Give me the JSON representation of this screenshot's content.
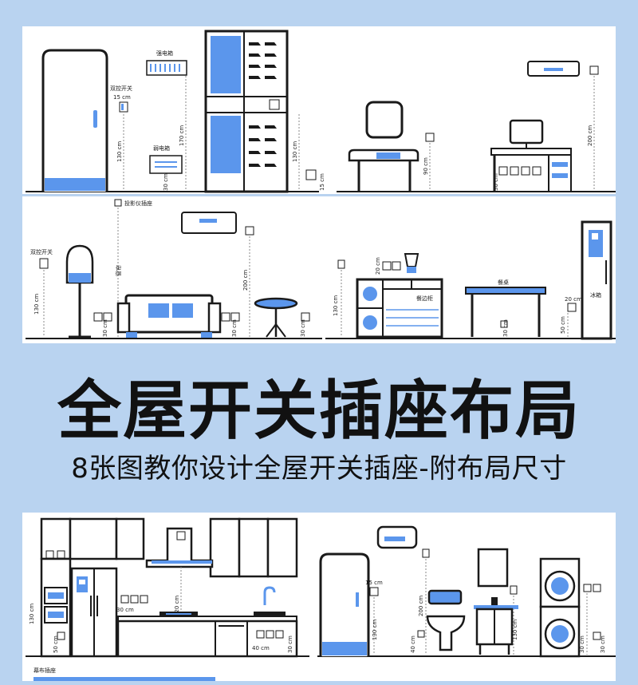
{
  "heading": {
    "title": "全屋开关插座布局",
    "subtitle": "8张图教你设计全屋开关插座-附布局尺寸"
  },
  "colors": {
    "page_bg": "#b9d3f0",
    "accent_blue": "#5b96ec",
    "line": "#1a1a1a"
  },
  "entrance": {
    "double_switch": "双控开关",
    "dim_15": "15 cm",
    "dim_130": "130 cm",
    "strong_box": "强电箱",
    "weak_box": "弱电箱",
    "dim_170": "170 cm",
    "dim_30": "30 cm"
  },
  "cabinet": {
    "dim_130": "130 cm",
    "dim_15": "15 cm"
  },
  "bedroom": {
    "dim_90": "90 cm",
    "dim_200": "200 cm",
    "dim_30": "30 cm"
  },
  "living": {
    "projector_socket": "投影仪插座",
    "double_switch": "双控开关",
    "dim_130": "130 cm",
    "curtain": "窗帘",
    "dim_200": "200 cm",
    "dim_30a": "30 cm",
    "dim_30b": "30 cm",
    "dim_30c": "30 cm"
  },
  "dining": {
    "dim_130": "130 cm",
    "dim_20a": "20 cm",
    "sideboard": "餐边柜",
    "table": "餐桌",
    "dim_30": "30 cm",
    "dim_20b": "20 cm",
    "dim_50": "50 cm",
    "fridge": "冰箱"
  },
  "kitchen": {
    "dim_130": "130 cm",
    "dim_50": "50 cm",
    "dim_220": "220 cm",
    "dim_30": "30 cm",
    "dim_40": "40 cm",
    "dim_30b": "30 cm",
    "curtain_socket": "幕布插座"
  },
  "bathroom": {
    "dim_15": "15 cm",
    "dim_130": "130 cm",
    "dim_200": "200 cm",
    "dim_40": "40 cm",
    "dim_130b": "130 cm",
    "dim_30": "30 cm",
    "dim_30b": "30 cm"
  }
}
